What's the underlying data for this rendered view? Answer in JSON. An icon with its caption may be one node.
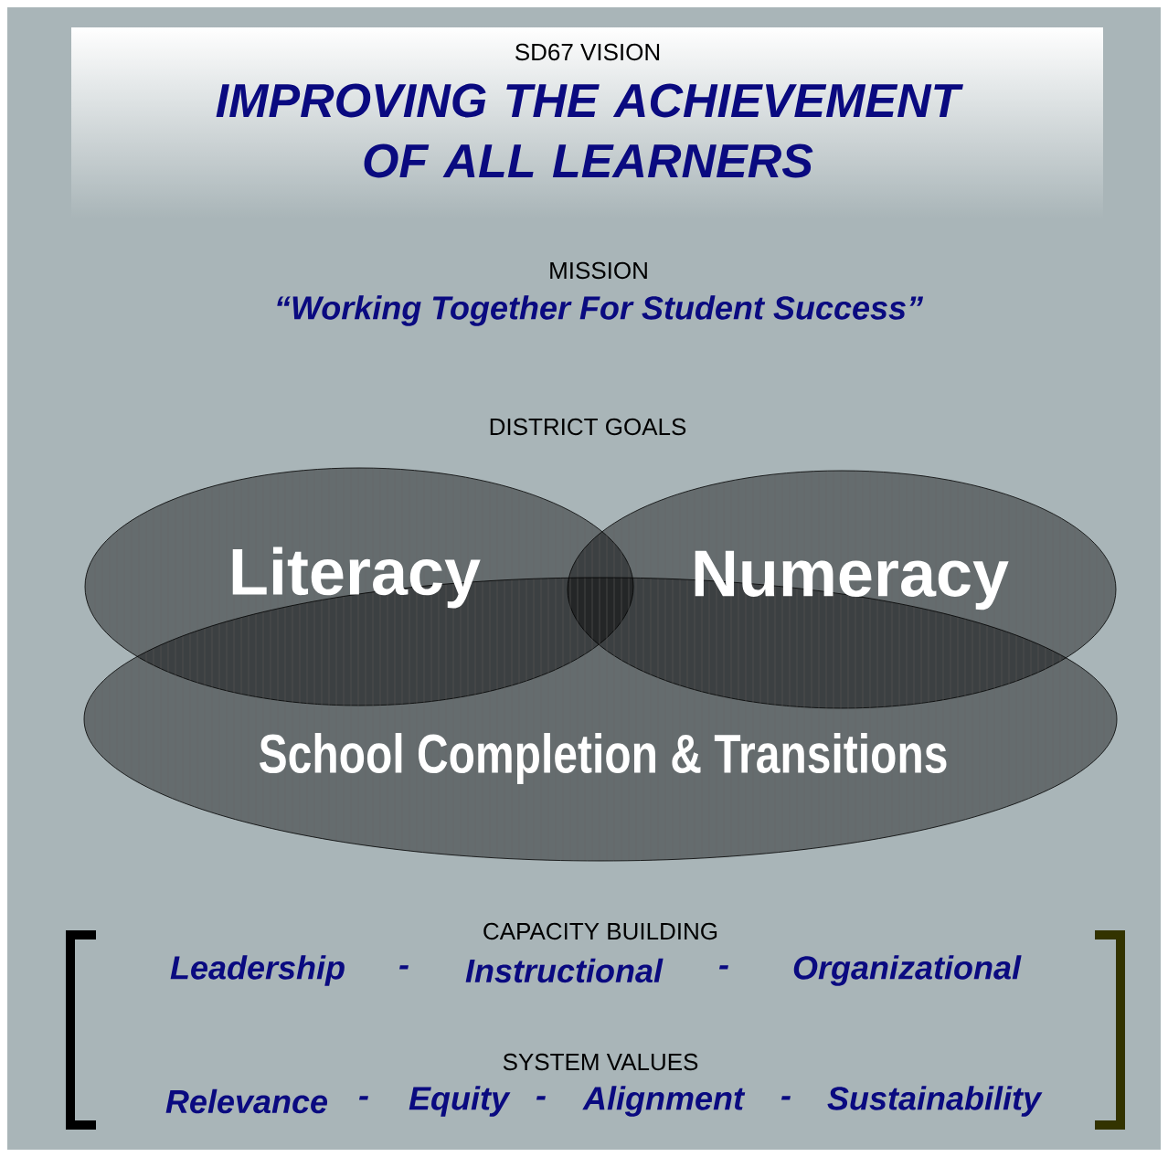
{
  "diagram": {
    "title": "IMPROVING THE ACHIEVEMENT OF ALL LEARNERS",
    "nodes": [
      {
        "text": [
          "Literacy"
        ]
      },
      {
        "text": [
          "Numeracy"
        ]
      },
      {
        "text": [
          "School Completion & Transitions"
        ]
      }
    ],
    "labels": [
      "SD67 VISION",
      "MISSION",
      "“Working Together For Student Success”",
      "DISTRICT GOALS",
      "CAPACITY BUILDING",
      "Leadership",
      "-",
      "Instructional",
      "-",
      "Organizational",
      "SYSTEM VALUES",
      "Relevance",
      "-",
      "Equity",
      "-",
      "Alignment",
      "-",
      "Sustainability"
    ]
  }
}
